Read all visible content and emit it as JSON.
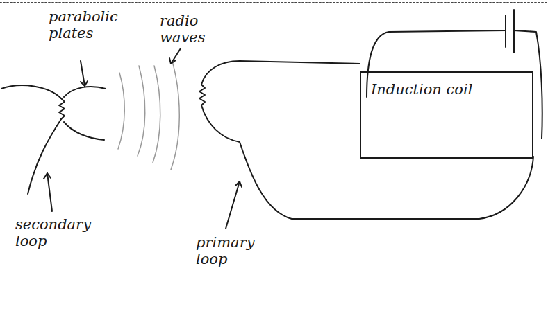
{
  "diagram": {
    "nodes": [
      {
        "text": [
          "Induction coil"
        ]
      }
    ],
    "labels": [
      "parabolic plates",
      "radio waves",
      "secondary loop",
      "primary loop"
    ]
  }
}
